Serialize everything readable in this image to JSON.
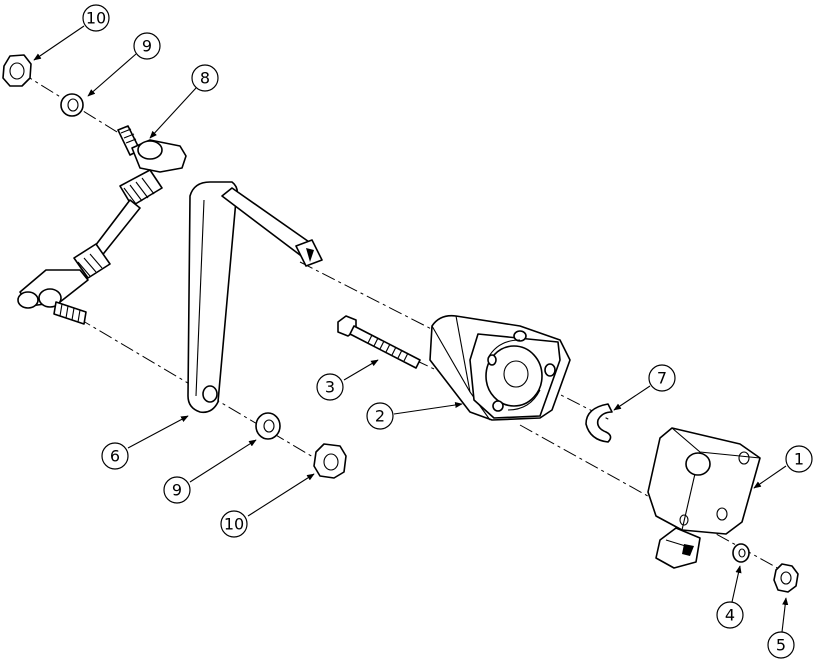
{
  "callouts": [
    {
      "id": "1",
      "label": "1"
    },
    {
      "id": "2",
      "label": "2"
    },
    {
      "id": "3",
      "label": "3"
    },
    {
      "id": "4",
      "label": "4"
    },
    {
      "id": "5",
      "label": "5"
    },
    {
      "id": "6",
      "label": "6"
    },
    {
      "id": "7",
      "label": "7"
    },
    {
      "id": "8",
      "label": "8"
    },
    {
      "id": "9a",
      "label": "9"
    },
    {
      "id": "9b",
      "label": "9"
    },
    {
      "id": "10a",
      "label": "10"
    },
    {
      "id": "10b",
      "label": "10"
    }
  ]
}
